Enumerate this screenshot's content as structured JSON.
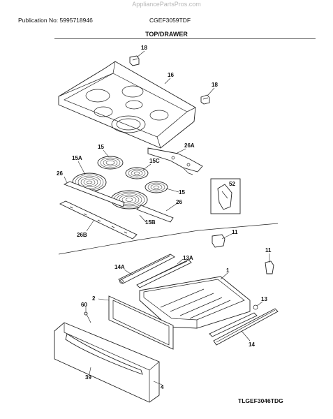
{
  "header": {
    "watermark": "AppliancePartsPros.com",
    "publication": "Publication No: 5995718946",
    "model": "CGEF3059TDF",
    "section_title": "TOP/DRAWER"
  },
  "footer": {
    "drawing_code": "TLGEF3046TDG"
  },
  "callouts": {
    "c18a": "18",
    "c16": "16",
    "c18b": "18",
    "c15": "15",
    "c15a": "15A",
    "c15c": "15C",
    "c26a": "26A",
    "c26": "26",
    "c15d": "15",
    "c52": "52",
    "c26c": "26",
    "c15b": "15B",
    "c26b": "26B",
    "c11a": "11",
    "c11b": "11",
    "c14a": "14A",
    "c13a": "13A",
    "c1": "1",
    "c2": "2",
    "c60": "60",
    "c13": "13",
    "c14": "14",
    "c39": "39",
    "c4": "4"
  }
}
